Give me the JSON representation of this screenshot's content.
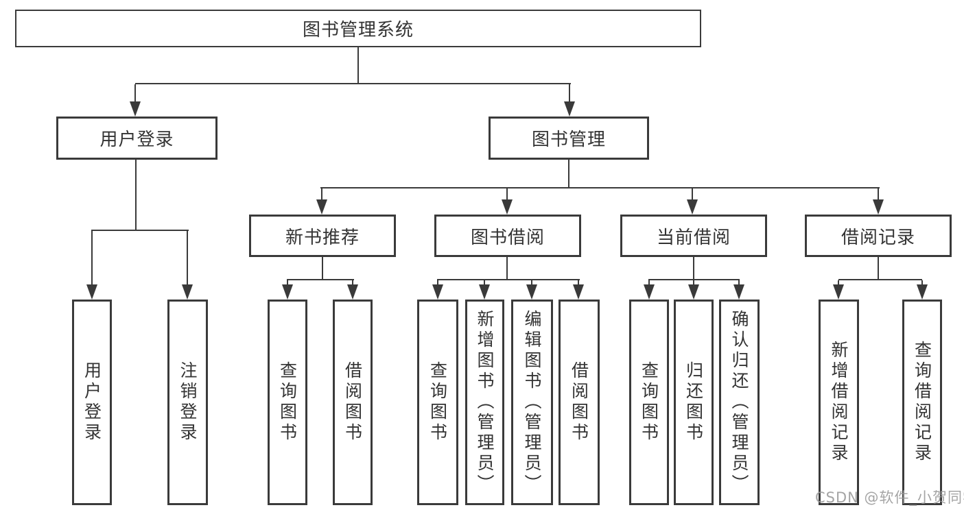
{
  "diagram": {
    "root": {
      "label": "图书管理系统"
    },
    "level2": [
      {
        "label": "用户登录",
        "children": [
          {
            "label": "用户登录"
          },
          {
            "label": "注销登录"
          }
        ]
      },
      {
        "label": "图书管理",
        "children": [
          {
            "label": "新书推荐",
            "children": [
              {
                "label": "查询图书"
              },
              {
                "label": "借阅图书"
              }
            ]
          },
          {
            "label": "图书借阅",
            "children": [
              {
                "label": "查询图书"
              },
              {
                "label": "新增图书（管理员）"
              },
              {
                "label": "编辑图书（管理员）"
              },
              {
                "label": "借阅图书"
              }
            ]
          },
          {
            "label": "当前借阅",
            "children": [
              {
                "label": "查询图书"
              },
              {
                "label": "归还图书"
              },
              {
                "label": "确认归还（管理员）"
              }
            ]
          },
          {
            "label": "借阅记录",
            "children": [
              {
                "label": "新增借阅记录"
              },
              {
                "label": "查询借阅记录"
              }
            ]
          }
        ]
      }
    ]
  },
  "watermark": {
    "text": "CSDN @软件_小贺同学"
  },
  "colors": {
    "line": "#3a3a3a",
    "text": "#333333",
    "watermark": "#9b9b9b",
    "background": "#ffffff"
  }
}
